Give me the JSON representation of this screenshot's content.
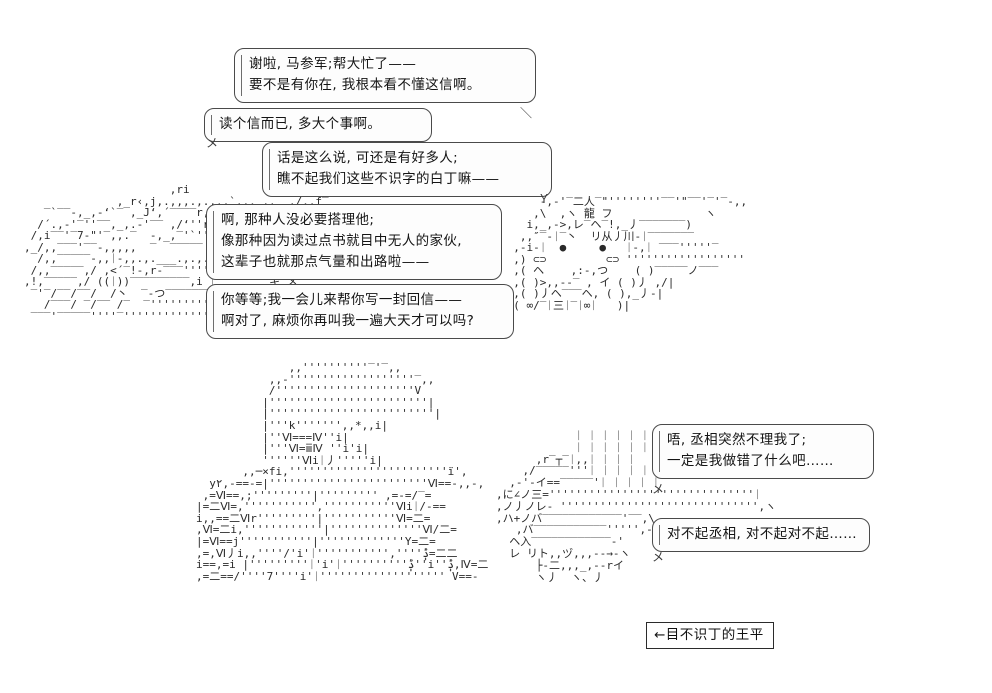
{
  "scene": {
    "background_color": "#ffffff",
    "text_color": "#141414"
  },
  "dialogue": [
    {
      "id": "bubble-1",
      "speaker": "wang-ping",
      "lines": [
        "谢啦, 马参军;帮大忙了——",
        "要不是有你在, 我根本看不懂这信啊。"
      ]
    },
    {
      "id": "bubble-2",
      "speaker": "ma-su",
      "lines": [
        "读个信而已, 多大个事啊。"
      ]
    },
    {
      "id": "bubble-3",
      "speaker": "wang-ping",
      "lines": [
        "话是这么说, 可还是有好多人;",
        "瞧不起我们这些不识字的白丁嘛——"
      ]
    },
    {
      "id": "bubble-4",
      "speaker": "ma-su",
      "lines": [
        "啊, 那种人没必要搭理他;",
        "像那种因为读过点书就目中无人的家伙,",
        "这辈子也就那点气量和出路啦——"
      ]
    },
    {
      "id": "bubble-5",
      "speaker": "ma-su",
      "lines": [
        "你等等;我一会儿来帮你写一封回信——",
        "啊对了, 麻烦你再叫我一遍大天才可以吗?"
      ]
    },
    {
      "id": "bubble-6",
      "speaker": "wang-ping",
      "lines": [
        "唔, 丞相突然不理我了;",
        "一定是我做错了什么吧……"
      ]
    },
    {
      "id": "bubble-7",
      "speaker": "wang-ping",
      "lines": [
        "对不起丞相, 对不起对不起……"
      ]
    }
  ],
  "captions": [
    {
      "id": "caption-wang-ping",
      "text": "←目不识丁的王平"
    }
  ],
  "ascii_art": {
    "guan_yu": "                      ,ri                  ,ri\n              ,_r‹,j,.,,,.,.,.‚`,,._,.  ,/,,f‾\n   ‾`‾‾-,_,-‘`‾ ,_J‘,´‾‾‾‾r,.!‾‾'‾,,‾‾‾,-J`,/ |\n  /´.,-'‾''‾‾,_,.-'‾‾ ,/‘''r ‘''‾‾‾‾'‾,‚i,/ i‾ |\n /,i‾‾'‾7‐\"'‾‚,.‾  ‐,_,‾'`''‾'‾‐,  ,ム—‚i ‾  |\n‚_/‚,‾‾‾'‾‾-,,,,,  ‾  ‾‾‾‾‾ ‾‾‾ ‾‾k,!‚i,-f\n  /,,‾‾‾‾‾-,,ᛁ-,,.,.___.,.,.,‚'‾,-''‾‾‾‐,_,,i|\n /,‚‾‾‾‾‾,/ ,<´‾!‐,r‐‾‾‾''''‘  ‚!‾‾‾‾‾‾,‾‾|\n,!‚‾‾‾‾‾,/ ((ᛁ))‾‾‾‾‾‾‾‾‾,i ᛁ ‾‾‾‾‾‾ キ メ\n ‾'‾/‾‾/‾‾/  /丶  ‾‐つ‾‾‾‾‾‾‾‾ し‾‾ ,/‾\\‾\\‾‐\\\n   /‾‾‾/ ‾/‾‾ /‾  ‾''''''''''‾‾‾  \\‾‾‾‾\\‾ \\‾\n ‾‾‾'‾‾‾‾‾''''‾''''''''''''''''''''''''''''''''‾'‾‾‾‾‾‾‾‾‾",
    "zhuge_liang": "      ‐,‐'‾二人‾\"''''''''‾‾'\"‾‾'‾'‾‐,,\n     ‚\\  ‚ヽ 龍 フ              ヽ\n    i‚_,‐>,レ‾ヘ‾!,_丿‾‾‾‾‾‾‾)\n   ,‚″‾‐ᛁ‾丶  リ从丿川‐ᛁ‾‾‾‾‾‾‾\n  ‚‐i‐ᛁ  ●     ●   ᛁ‐,ᛁ ‾‾‾'''''‾\n  ‚) ⊂⊃         ⊂⊃ ''''''''''''''''''\n  ‚( ヘ    ‚:‐‚つ    ( )‾‾‾‾‾ノ‾‾‾\n  ‚( )>‚‚-‐‾ ‚ イ ( )丿 ‚/|\n  ‚( )丿ヘ‾‾‾ヘ‚ ( )‚_丿‐|\n  ( ∞/‾ᛁ三ᛁ‾ᛁ∞ᛁ   )|",
    "castle": "              ,,''''''''''‾'‾,,\n           ,,-'''''''''''''''''''‾‚,\n           /'''''''''''''''''''''V\n          |''''''''''''''''''''''''|\n          |'''''''''''''''''''''''''|\n          |'''k''''''',,*,,i|\n          |''Ⅵ===Ⅳ''i|\n          |'''Ⅵ=ⅲⅣ ''i'i|\n          ''''''Ⅵiᛁ丿'''''i|\n       ,,─×fi,''''''''''''''''''''''''ï'‚\n  y٢,‐==‐=|''''''''''''''''''''''''Ⅵ==‐,,-,\n ,=Ⅵ==‚;'''''''''|''''''''' ,=‐=/‾=\n|=二Ⅵ=,''''''''''','''''''''''Ⅵiᛁ/‐==\ni,,==二Ⅵr'''''''''|'''''''''''Ⅵ=二=\n,Ⅵ=二i,''''''''''''|''''''''''''''Ⅵ/二=\n|=Ⅵ==j'''''''''''|'''''''''''''Y=二=\n,=‚Ⅵ丿i,,''''/'i'ᛁ''''''''''',''''ݙ=二二\ni==‚=i |'''''''''ᛁ'i'ᛁ''''''''''ݙ''i''ݙ,Ⅳ=二\n,=二==/''''7''''i'ᛁ''''''''''''''''''' V==‐",
    "wang_ping": "            ᛁ ᛁ ᛁ ᛁ ᛁ ᛁ\n            ᛁ ᛁ ᛁ ᛁ ᛁ ᛁ\n      ,r‾┬‾ᛁ,‚ᛁ ᛁ ᛁ ᛁ\n    ,/‾‾‾‾‾'''ᛁ ᛁ ᛁ ᛁ ᛁ\n  ,‐'‐イ==‾‾‾‾‾'ᛁ ᛁ ᛁ ᛁ ᛁ\n‚に∠ノ三='''''''''''''''''''''''''''''''ᛁ\n,ノ丿ノレ‐ ''''''''''''''''''''''''''''''‚ヽ\n‚ハ+ノバ‾‾‾‾‾‾‾‾‾‾‾‾'‾‾‚\\\n   ‚バ‾‾‾‾‾‾‾‾‾‾‾'''''‚‐,\n  ヘ入‾‾‾‾‾‾‾‾‾‾‾‾‐'\n  レ リト,‚ヅ,,,‐‐→‐ヽ\n      ├‐二‚,,_,-‐rイ\n      ヽ丿  ヽ、丿"
  }
}
